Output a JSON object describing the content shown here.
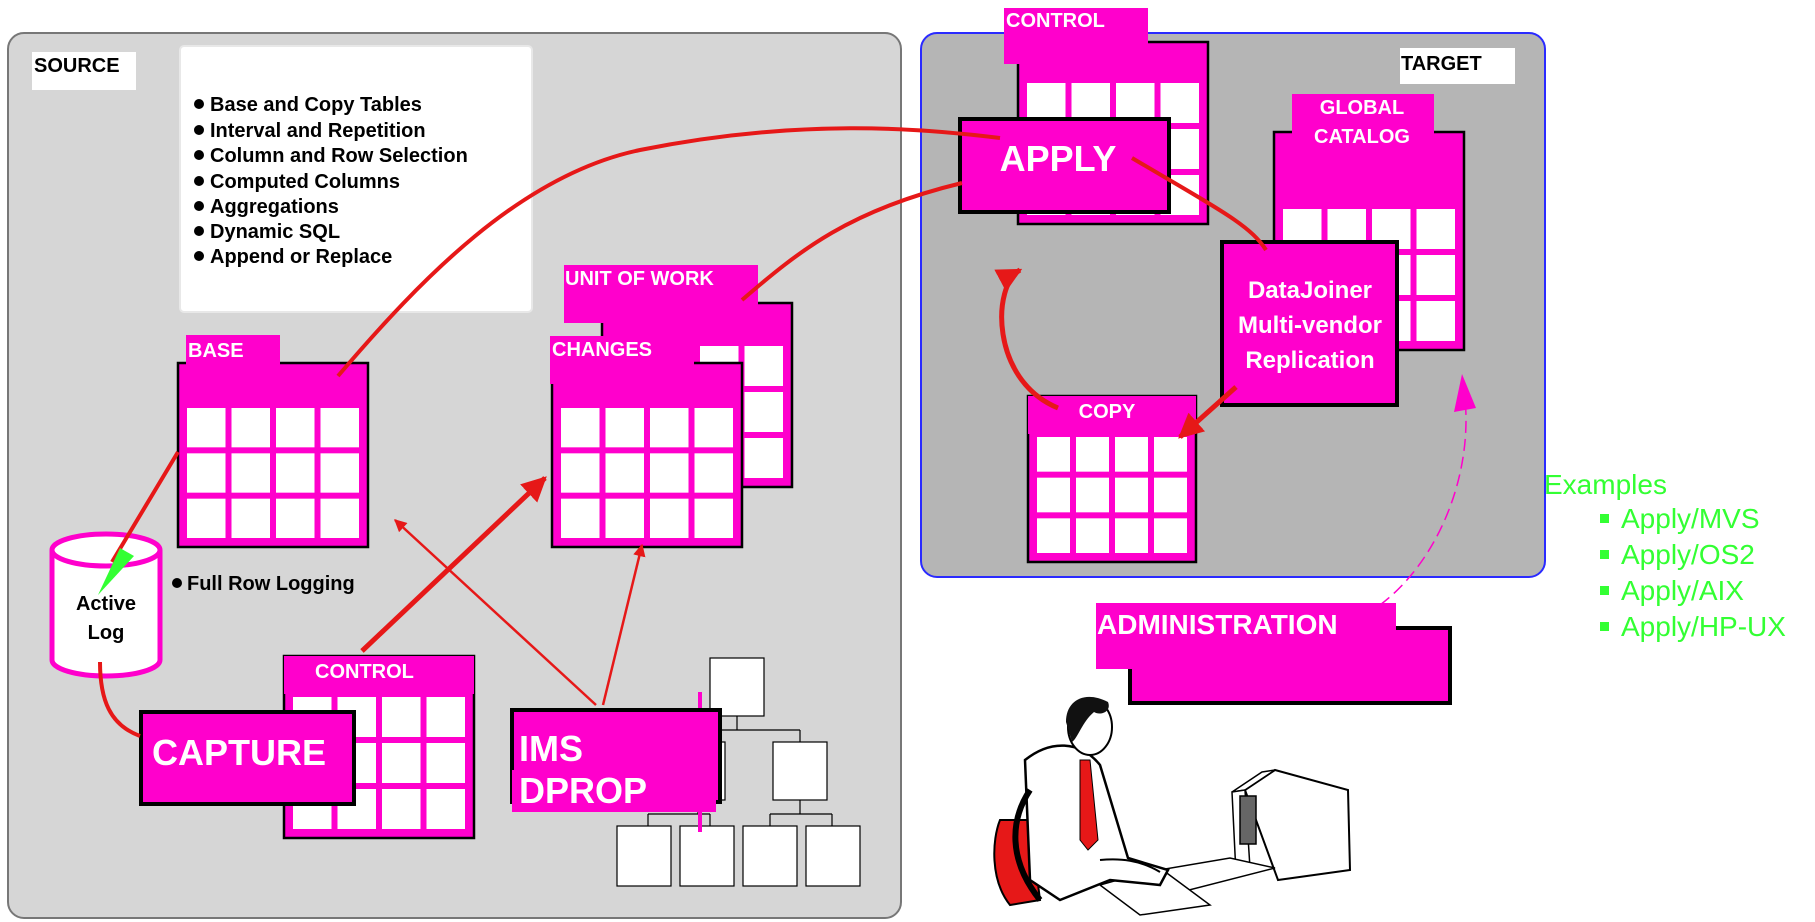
{
  "source_panel": {
    "label": "SOURCE"
  },
  "target_panel": {
    "label": "TARGET"
  },
  "features": {
    "items": [
      "Base and Copy Tables",
      "Interval and Repetition",
      "Column and Row Selection",
      "Computed Columns",
      "Aggregations",
      "Dynamic SQL",
      "Append or Replace"
    ]
  },
  "tables": {
    "base": "BASE",
    "unit_of_work": "UNIT OF WORK",
    "changes": "CHANGES",
    "control_source": "CONTROL",
    "control_target": "CONTROL",
    "global_catalog": [
      "GLOBAL",
      "CATALOG"
    ],
    "copy": "COPY",
    "administration": "ADMINISTRATION"
  },
  "log": {
    "lines": [
      "Active",
      "Log"
    ]
  },
  "full_row_logging": "Full Row Logging",
  "components": {
    "capture": "CAPTURE",
    "ims_dprop": [
      "IMS",
      "DPROP"
    ],
    "apply": "APPLY",
    "datajoiner": [
      "DataJoiner",
      "Multi-vendor",
      "Replication"
    ]
  },
  "examples": {
    "title": "Examples",
    "items": [
      "Apply/MVS",
      "Apply/OS2",
      "Apply/AIX",
      "Apply/HP-UX"
    ]
  },
  "colors": {
    "magenta": "#ff00cc",
    "red_arrow": "#e61818",
    "green": "#33ff33",
    "source_bg": "#d6d6d6",
    "target_bg": "#b5b5b5",
    "target_border": "#2a2aff"
  }
}
